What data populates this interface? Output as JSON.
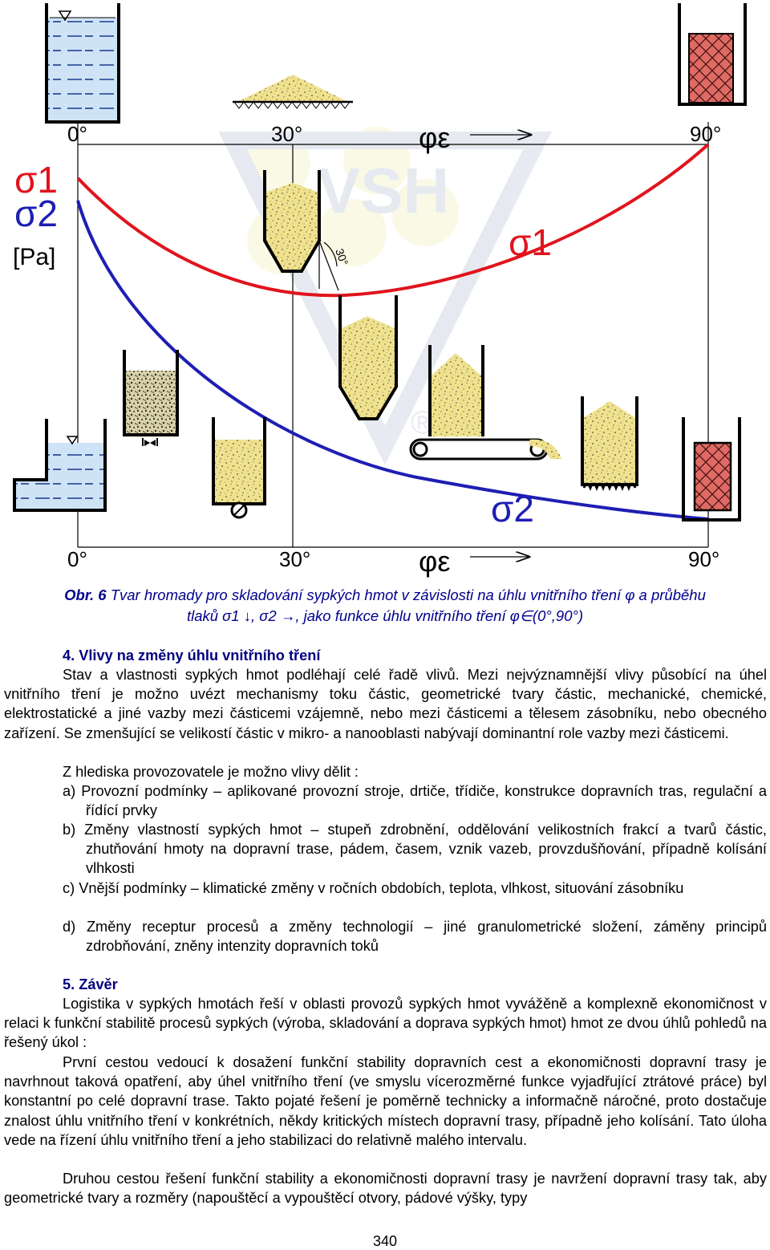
{
  "figure": {
    "sigma1": "σ1",
    "sigma2": "σ2",
    "unit": "[Pa]",
    "axis_top": {
      "t0": "0°",
      "t30": "30°",
      "t90": "90°",
      "phi": "φε"
    },
    "axis_bottom": {
      "t0": "0°",
      "t30": "30°",
      "t90": "90°",
      "phi": "φε"
    },
    "angle_label": "30°",
    "watermark": "VSH",
    "registered": "®",
    "colors": {
      "sigma1": "#e0141e",
      "sigma2": "#1e1eb4",
      "material": "#f0e28c",
      "water": "#cfe3f7",
      "brick": "#e06a64"
    }
  },
  "caption": {
    "prefix": "Obr. 6",
    "line1": " Tvar hromady pro skladování sypkých hmot v závislosti na úhlu vnitřního tření φ a průběhu",
    "line2": "tlaků σ1 ↓, σ2 →, jako funkce úhlu vnitřního tření φ∈(0°,90°)"
  },
  "section4": {
    "title": "4. Vlivy na změny úhlu vnitřního tření",
    "p1": "Stav a vlastnosti sypkých hmot podléhají celé řadě vlivů. Mezi nejvýznamnější vlivy působící na úhel vnitřního tření je možno uvézt mechanismy toku částic, geometrické tvary částic, mechanické, chemické, elektrostatické a jiné vazby mezi částicemi vzájemně, nebo mezi částicemi a tělesem zásobníku, nebo obecného zařízení. Se zmenšující se velikostí částic v mikro- a nanooblasti nabývají dominantní role vazby mezi částicemi.",
    "p2": "Z hlediska provozovatele je možno vlivy dělit :",
    "items": [
      "a) Provozní podmínky – aplikované provozní stroje, drtiče, třídiče, konstrukce dopravních tras, regulační a řídící prvky",
      "b) Změny vlastností sypkých hmot – stupeň zdrobnění, oddělování velikostních frakcí a tvarů částic, zhutňování hmoty na dopravní trase, pádem, časem, vznik vazeb, provzdušňování, případně kolísání vlhkosti",
      "c) Vnější podmínky – klimatické změny v ročních obdobích, teplota, vlhkost, situování zásobníku",
      "d) Změny receptur procesů a změny technologií – jiné granulometrické složení, záměny principů zdrobňování, zněny intenzity dopravních toků"
    ]
  },
  "section5": {
    "title": "5. Závěr",
    "p1": "Logistika v sypkých hmotách řeší v oblasti provozů sypkých hmot vyvážěně a komplexně ekonomičnost v relaci k funkční stabilitě procesů sypkých (výroba, skladování a doprava sypkých hmot) hmot ze dvou úhlů pohledů na řešený úkol :",
    "p2": "První cestou vedoucí k dosažení funkční stability dopravních cest a ekonomičnosti dopravní trasy je navrhnout taková opatření, aby úhel vnitřního tření (ve smyslu vícerozměrné funkce vyjadřující ztrátové práce) byl konstantní po celé dopravní trase. Takto pojaté řešení je poměrně technicky a informačně náročné, proto dostačuje znalost úhlu vnitřního tření v konkrétních, někdy kritických místech dopravní trasy, případně jeho kolísání. Tato úloha vede na řízení úhlu vnitřního tření a jeho stabilizaci do relativně malého intervalu.",
    "p3": "Druhou cestou řešení funkční stability a ekonomičnosti dopravní trasy je navržení dopravní trasy tak, aby geometrické tvary a rozměry (napouštěcí a vypouštěcí otvory, pádové výšky, typy"
  },
  "page_number": "340"
}
